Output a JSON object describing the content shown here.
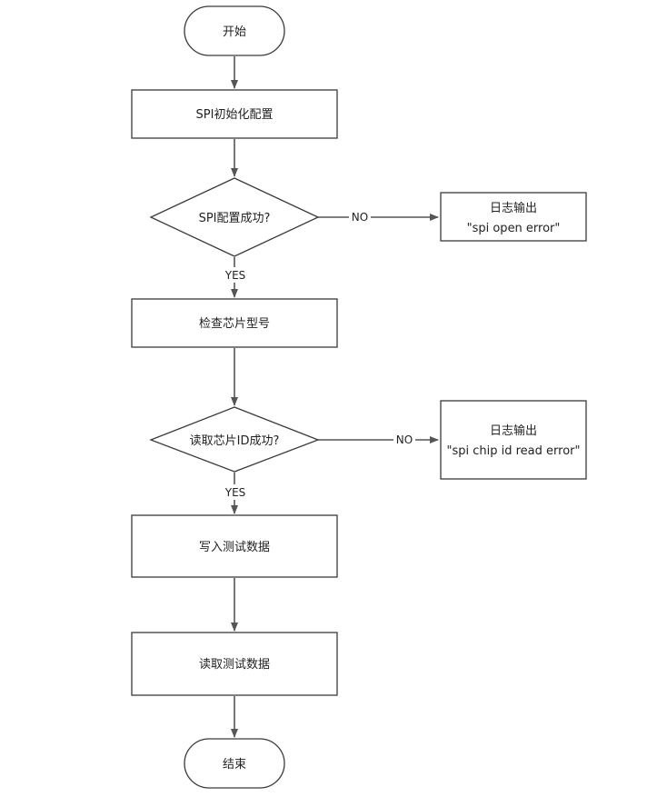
{
  "flowchart": {
    "nodes": {
      "start": {
        "lines": [
          "开始"
        ]
      },
      "spi_init": {
        "lines": [
          "SPI初始化配置"
        ]
      },
      "spi_ok": {
        "lines": [
          "SPI配置成功?"
        ]
      },
      "log_open": {
        "lines": [
          "日志输出",
          "\"spi open error\""
        ]
      },
      "check_chip": {
        "lines": [
          "检查芯片型号"
        ]
      },
      "read_id_ok": {
        "lines": [
          "读取芯片ID成功?"
        ]
      },
      "log_id": {
        "lines": [
          "日志输出",
          "\"spi chip id read error\""
        ]
      },
      "write_data": {
        "lines": [
          "写入测试数据"
        ]
      },
      "read_data": {
        "lines": [
          "读取测试数据"
        ]
      },
      "end": {
        "lines": [
          "结束"
        ]
      }
    },
    "edges": {
      "yes1": "YES",
      "no1": "NO",
      "yes2": "YES",
      "no2": "NO"
    },
    "colors": {
      "stroke": "#3a3a3a",
      "arrow": "#555555",
      "text": "#222222"
    }
  }
}
